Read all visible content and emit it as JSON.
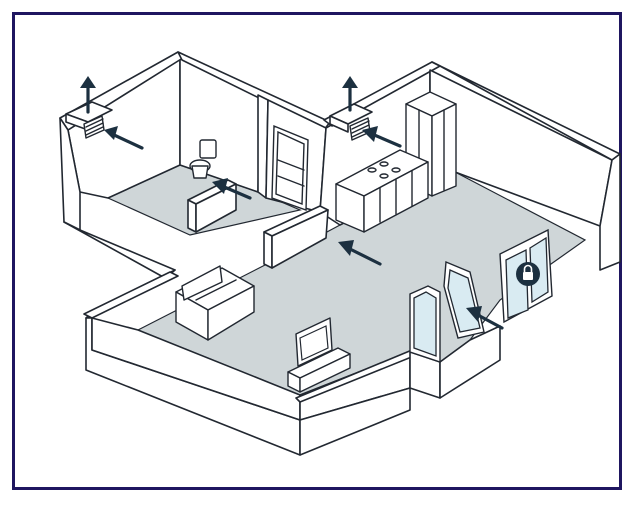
{
  "diagram": {
    "frame_color": "#1f1660",
    "floor_color": "#cfd6d8",
    "glass_color": "#d9ebf2",
    "arrow_color": "#1c3040",
    "arrows": [
      {
        "id": "exhaust-up-bathroom",
        "direction": "up"
      },
      {
        "id": "exhaust-up-kitchen",
        "direction": "up"
      },
      {
        "id": "to-bathroom-vent",
        "direction": "up-left"
      },
      {
        "id": "to-toilet",
        "direction": "up-left"
      },
      {
        "id": "to-kitchen-vent",
        "direction": "up-left"
      },
      {
        "id": "hall-airflow",
        "direction": "up-left"
      },
      {
        "id": "from-balcony-door",
        "direction": "up-left"
      }
    ],
    "icons": [
      "lock-icon",
      "vent-grille-icon",
      "toilet-icon",
      "sofa-icon",
      "tv-icon",
      "kitchen-icon",
      "window-icon",
      "door-icon"
    ]
  }
}
